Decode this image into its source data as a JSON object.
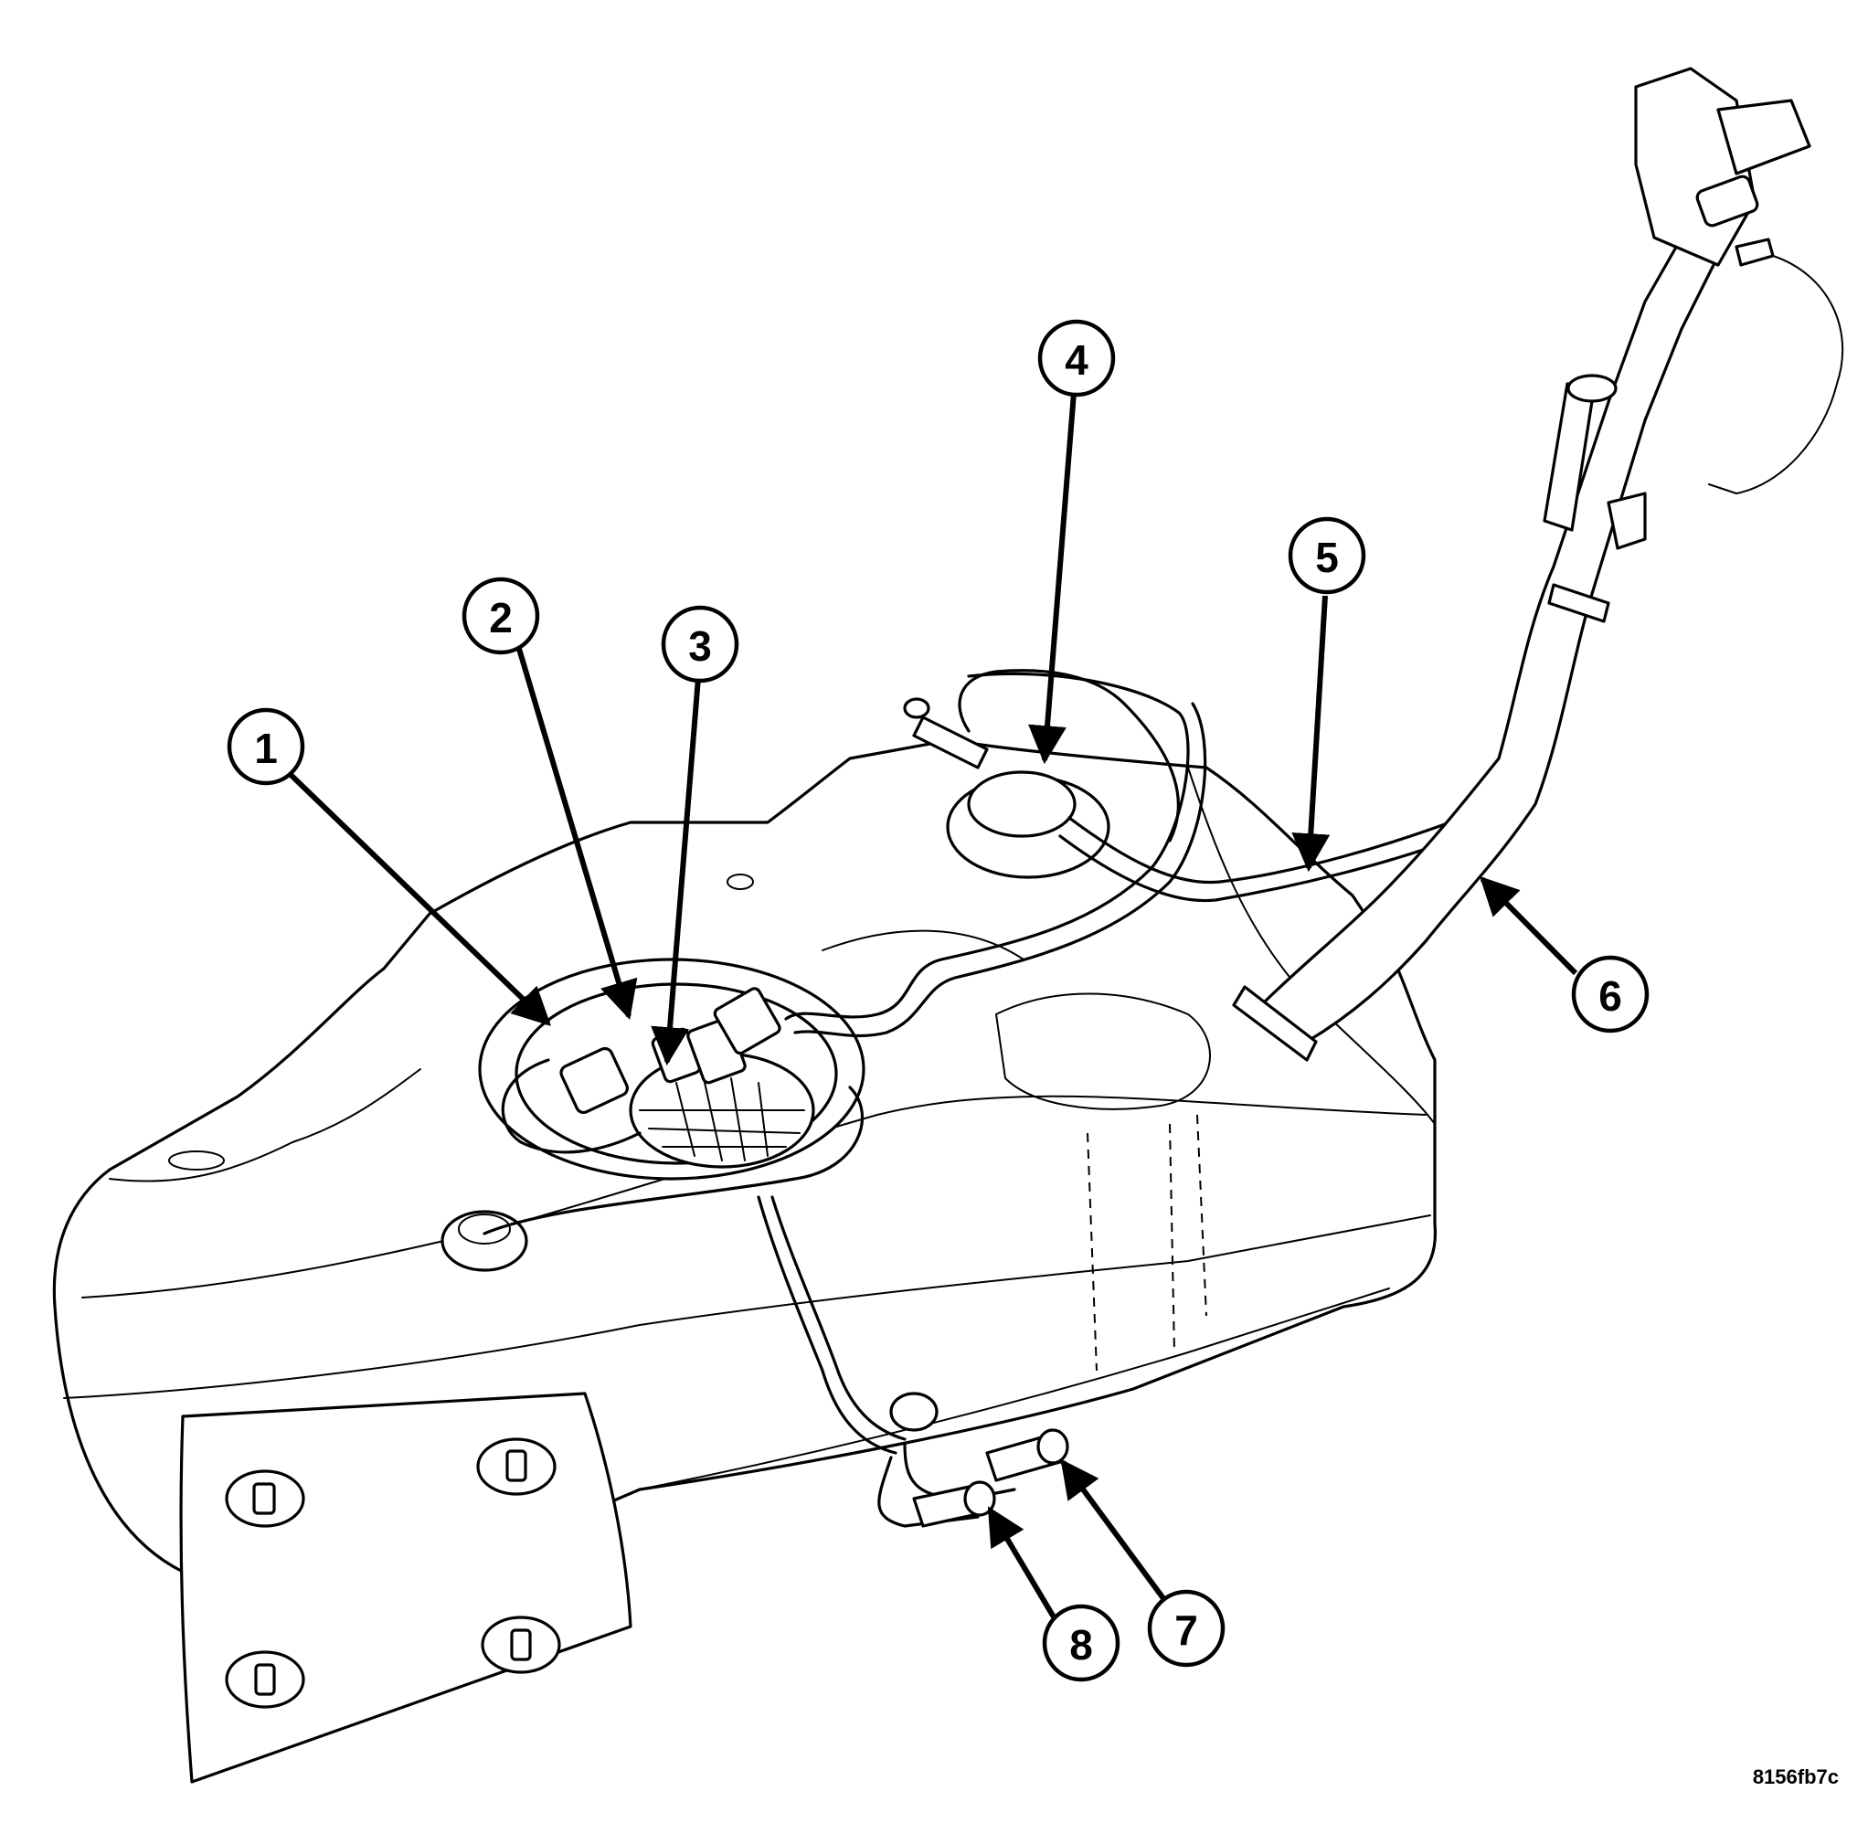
{
  "figure": {
    "reference_code": "8156fb7c",
    "callouts": [
      "1",
      "2",
      "3",
      "4",
      "5",
      "6",
      "7",
      "8"
    ]
  }
}
